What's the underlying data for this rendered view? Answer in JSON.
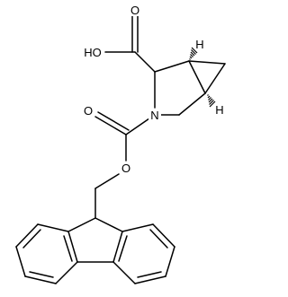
{
  "structure": {
    "atom_labels": {
      "hydroxyl": "HO",
      "carboxyl_oxygen": "O",
      "carbamate_carbonyl_oxygen": "O",
      "ester_oxygen": "O",
      "nitrogen": "N",
      "bridgehead_h_top": "H",
      "bridgehead_h_bottom": "H"
    }
  }
}
